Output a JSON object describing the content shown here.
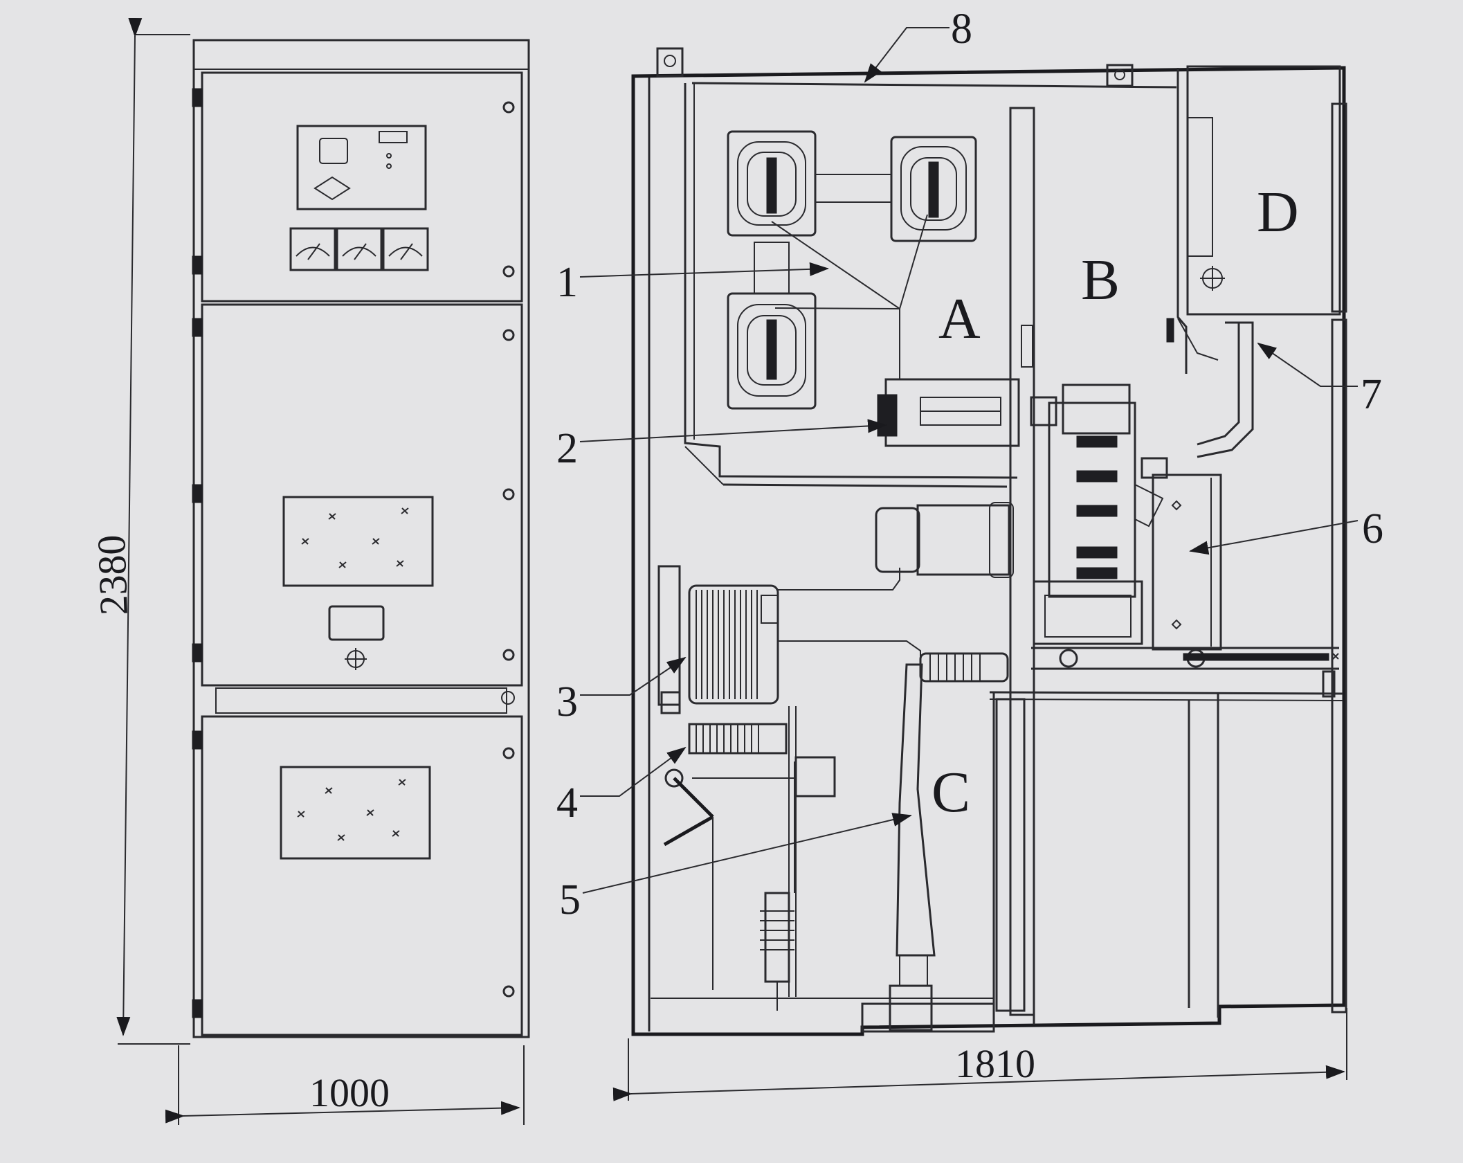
{
  "front_view": {
    "height_dimension": "2380",
    "width_dimension": "1000"
  },
  "side_view": {
    "depth_dimension": "1810",
    "compartments": [
      "A",
      "B",
      "C",
      "D"
    ],
    "callouts": [
      "1",
      "2",
      "3",
      "4",
      "5",
      "6",
      "7",
      "8"
    ]
  }
}
